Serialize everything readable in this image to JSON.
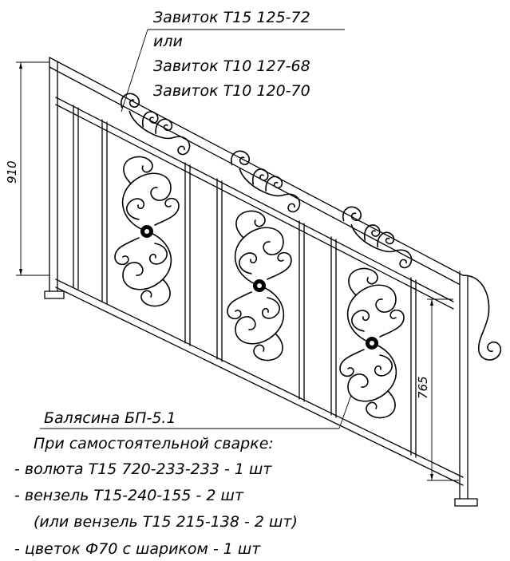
{
  "top_labels": {
    "line1": "Завиток Т15 125-72",
    "line2": "или",
    "line3": "Завиток Т10 127-68",
    "line4": "Завиток Т10 120-70"
  },
  "dimensions": {
    "height_total": "910",
    "height_baluster": "765"
  },
  "bottom_notes": {
    "baluster_name": "Балясина БП-5.1",
    "welding_heading": "При самостоятельной сварке:",
    "item1": "- волюта Т15 720-233-233 - 1 шт",
    "item2": "- вензель Т15-240-155 - 2 шт",
    "item3": "(или вензель Т15 215-138 - 2 шт)",
    "item4": "- цветок Ф70 с шариком - 1 шт"
  }
}
